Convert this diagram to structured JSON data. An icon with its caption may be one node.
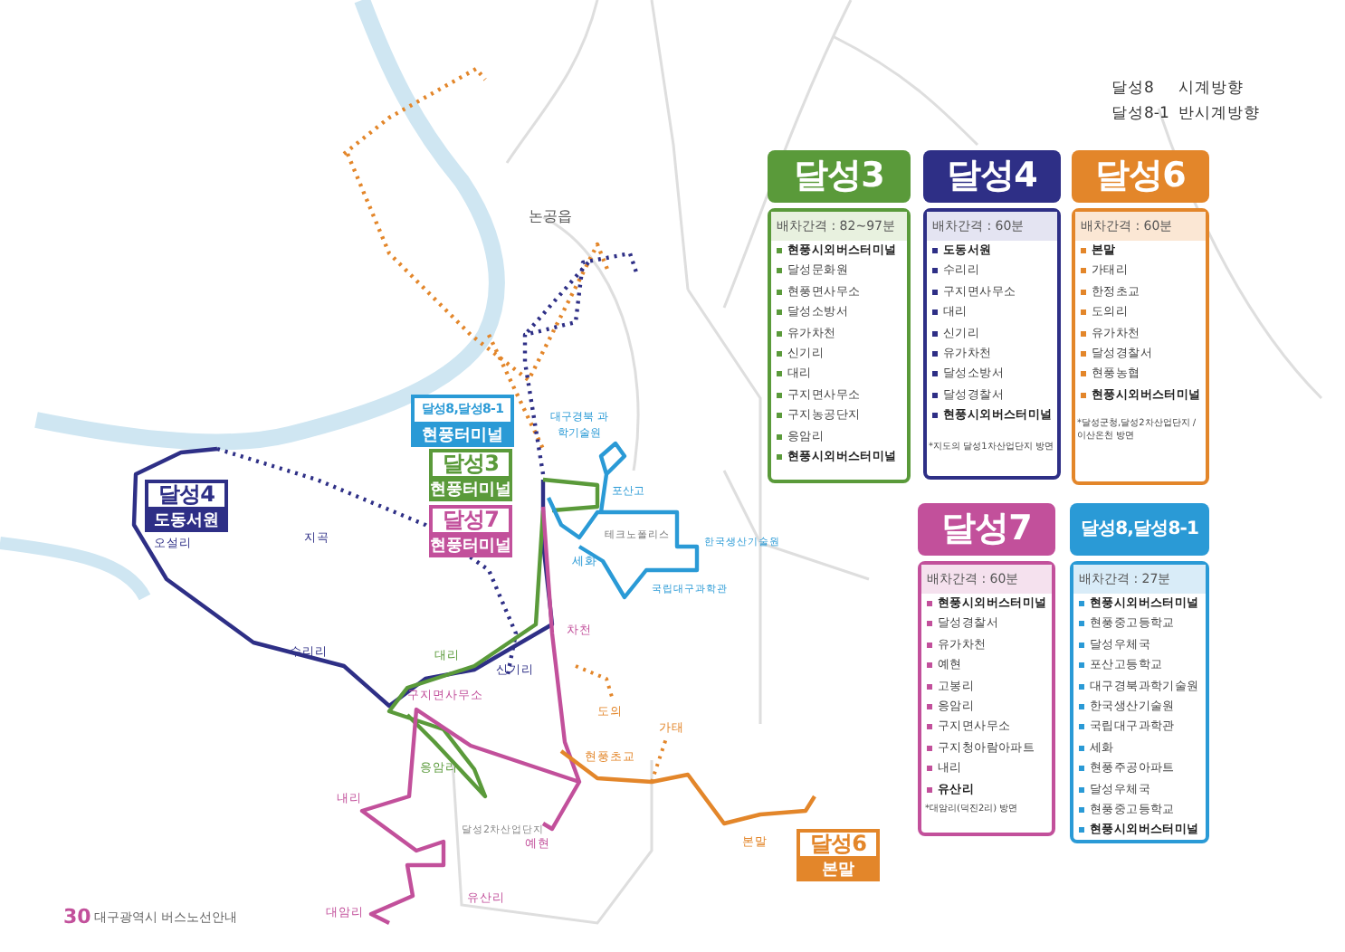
{
  "diagram": {
    "nodes": [
      {
        "text": [
          "달성3",
          "배차간격 : 82~97분",
          "현풍시외버스터미널",
          "달성문화원",
          "현풍면사무소",
          "달성소방서",
          "유가차천",
          "신기리",
          "대리",
          "구지면사무소",
          "구지농공단지",
          "응암리",
          "현풍시외버스터미널"
        ]
      },
      {
        "text": [
          "달성4",
          "배차간격 : 60분",
          "도동서원",
          "수리리",
          "구지면사무소",
          "대리",
          "신기리",
          "유가차천",
          "달성소방서",
          "달성경찰서",
          "현풍시외버스터미널"
        ]
      },
      {
        "text": [
          "달성6",
          "배차간격 : 60분",
          "본말",
          "가태리",
          "한정초교",
          "도의리",
          "유가차천",
          "달성경찰서",
          "현풍농협",
          "현풍시외버스터미널"
        ]
      },
      {
        "text": [
          "달성7",
          "배차간격 : 60분",
          "현풍시외버스터미널",
          "달성경찰서",
          "유가차천",
          "예현",
          "고봉리",
          "응암리",
          "구지면사무소",
          "구지청아람아파트",
          "내리",
          "유산리"
        ]
      },
      {
        "text": [
          "달성8,달성8-1",
          "배차간격 : 27분",
          "현풍시외버스터미널",
          "현풍중고등학교",
          "달성우체국",
          "포산고등학교",
          "대구경북과학기술원",
          "한국생산기술원",
          "국립대구과학관",
          "세화",
          "현풍주공아파트",
          "달성우체국",
          "현풍중고등학교",
          "현풍시외버스터미널"
        ]
      },
      {
        "text": [
          "달성8,달성8-1",
          "현풍터미널"
        ]
      },
      {
        "text": [
          "달성3",
          "현풍터미널"
        ]
      },
      {
        "text": [
          "달성7",
          "현풍터미널"
        ]
      },
      {
        "text": [
          "달성4",
          "도동서원"
        ]
      },
      {
        "text": [
          "달성6",
          "본말"
        ]
      }
    ],
    "labels": [
      "*지도의 달성1차산업단지 방면",
      "*달성군청,달성2차산업단지 /이산온천 방면",
      "*대암리(덕진2리) 방면",
      "달성8",
      "시계방향",
      "달성8-1",
      "반시계방향",
      "논공읍",
      "대구경북 과학기술원",
      "테크노폴리스",
      "포산고",
      "한국생산기술원",
      "세화",
      "국립대구과학관",
      "오설리",
      "지곡",
      "수리리",
      "대리",
      "신기리",
      "차천",
      "구지면사무소",
      "도의",
      "가태",
      "응암리",
      "현풍초교",
      "내리",
      "달성2차산업단지",
      "예현",
      "본말",
      "대암리",
      "유산리",
      "30",
      "대구광역시 버스노선안내"
    ]
  }
}
